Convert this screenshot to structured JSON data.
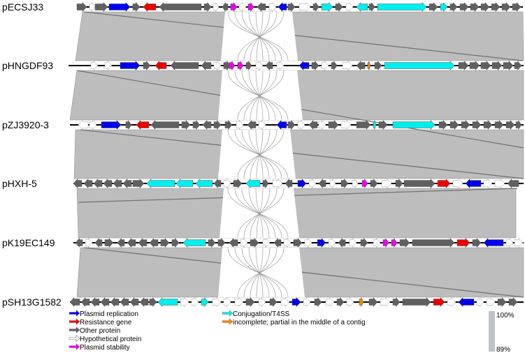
{
  "colors": {
    "plasmid_replication": "#0000ee",
    "resistance_gene": "#ee0000",
    "other_protein": "#606060",
    "hypothetical_protein": "#ffffff",
    "plasmid_stability": "#ee00ee",
    "conjugation_t4ss": "#00eeee",
    "incomplete": "#ee8800",
    "homology_band": "#bdbdbd"
  },
  "plasmids": [
    {
      "label": "pECSJ33"
    },
    {
      "label": "pHNGDF93"
    },
    {
      "label": "pZJ3920-3"
    },
    {
      "label": "pHXH-5"
    },
    {
      "label": "pK19EC149"
    },
    {
      "label": "pSH13G1582"
    }
  ],
  "legend": {
    "left": [
      {
        "label": "Plasmid replication",
        "color_key": "plasmid_replication",
        "icon": "arrow-icon"
      },
      {
        "label": "Resistance gene",
        "color_key": "resistance_gene",
        "icon": "arrow-icon"
      },
      {
        "label": "Other protein",
        "color_key": "other_protein",
        "icon": "arrow-icon"
      },
      {
        "label": "Hypothetical protein",
        "color_key": "hypothetical_protein",
        "icon": "arrow-icon"
      },
      {
        "label": "Plasmid stability",
        "color_key": "plasmid_stability",
        "icon": "arrow-icon"
      }
    ],
    "right": [
      {
        "label": "Conjugation/T4SS",
        "color_key": "conjugation_t4ss",
        "icon": "arrow-icon"
      },
      {
        "label": "incomplete; partial in the middle of a contig",
        "color_key": "incomplete",
        "icon": "arrow-icon"
      }
    ]
  },
  "identity_scale": {
    "max_label": "100%",
    "min_label": "89%"
  }
}
